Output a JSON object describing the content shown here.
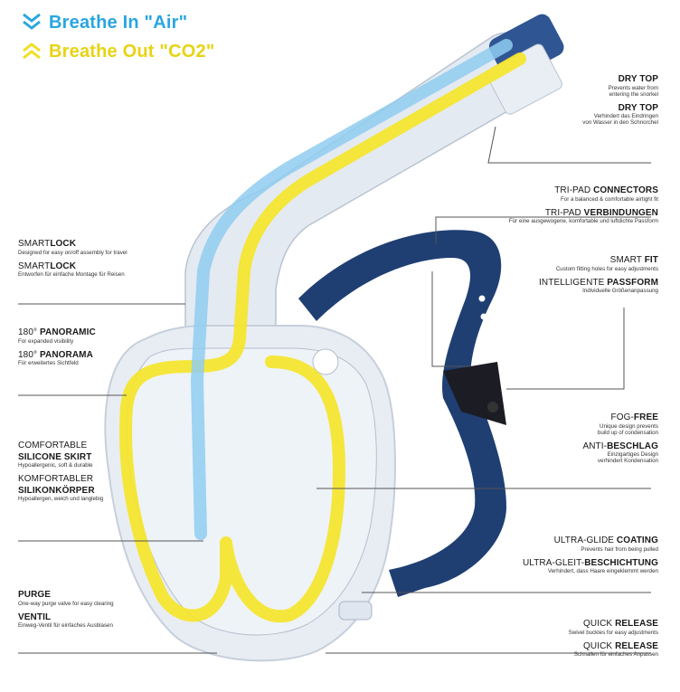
{
  "legend": {
    "in": {
      "text": "Breathe In \"Air\"",
      "color": "#2aa6e0"
    },
    "out": {
      "text": "Breathe Out \"CO2\"",
      "color": "#f2df1f"
    }
  },
  "colors": {
    "mask_frame": "#e6ecf3",
    "strap": "#1f3f73",
    "tube": "#dfe6ef",
    "label_line": "#555555"
  },
  "labels": {
    "dry_top": [
      {
        "pre": "",
        "bold": "DRY TOP",
        "sub": [
          "Prevents water from",
          "entering the snorkel"
        ]
      },
      {
        "pre": "",
        "bold": "DRY TOP",
        "sub": [
          "Verhindert das Eindringen",
          "von Wasser in den Schnorchel"
        ]
      }
    ],
    "connectors": [
      {
        "pre": "TRI-PAD ",
        "bold": "CONNECTORS",
        "sub": [
          "For a balanced & comfortable airtight fit"
        ]
      },
      {
        "pre": "TRI-PAD ",
        "bold": "VERBINDUNGEN",
        "sub": [
          "Für eine ausgewogene, komfortable und luftdichte Passform"
        ]
      }
    ],
    "smart_fit": [
      {
        "pre": "SMART ",
        "bold": "FIT",
        "sub": [
          "Custom fitting holes for easy adjustments"
        ]
      },
      {
        "pre": "INTELLIGENTE ",
        "bold": "PASSFORM",
        "sub": [
          "Individuelle Größenanpassung"
        ]
      }
    ],
    "fog_free": [
      {
        "pre": "FOG-",
        "bold": "FREE",
        "sub": [
          "Unique design prevents",
          "build up of condensation"
        ]
      },
      {
        "pre": "ANTI-",
        "bold": "BESCHLAG",
        "sub": [
          "Einzigartiges Design",
          "verhindert Kondensation"
        ]
      }
    ],
    "ultra_glide": [
      {
        "pre": "ULTRA-GLIDE ",
        "bold": "COATING",
        "sub": [
          "Prevents hair from being pulled"
        ]
      },
      {
        "pre": "ULTRA-GLEIT-",
        "bold": "BESCHICHTUNG",
        "sub": [
          "Verhindert, dass Haare eingeklemmt werden"
        ]
      }
    ],
    "quick_release": [
      {
        "pre": "QUICK ",
        "bold": "RELEASE",
        "sub": [
          "Swivel buckles for easy adjustments"
        ]
      },
      {
        "pre": "QUICK ",
        "bold": "RELEASE",
        "sub": [
          "Schnallen für einfaches Anpassen"
        ]
      }
    ],
    "smartlock": [
      {
        "pre": "SMART",
        "bold": "LOCK",
        "sub": [
          "Designed for easy on/off assembly for travel"
        ]
      },
      {
        "pre": "SMART",
        "bold": "LOCK",
        "sub": [
          "Entworfen für einfache Montage für Reisen"
        ]
      }
    ],
    "panoramic": [
      {
        "pre": "180° ",
        "bold": "PANORAMIC",
        "sub": [
          "For expanded visibility"
        ]
      },
      {
        "pre": "180° ",
        "bold": "PANORAMA",
        "sub": [
          "Für erweitertes Sichtfeld"
        ]
      }
    ],
    "skirt": [
      {
        "pre": "COMFORTABLE",
        "bold": "",
        "sub": []
      },
      {
        "pre": "",
        "bold": "SILICONE SKIRT",
        "sub": [
          "Hypoallergenic, soft & durable"
        ]
      },
      {
        "pre": "KOMFORTABLER",
        "bold": "",
        "sub": []
      },
      {
        "pre": "",
        "bold": "SILIKONKÖRPER",
        "sub": [
          "Hypoallergen, weich und langlebig"
        ]
      }
    ],
    "purge": [
      {
        "pre": "",
        "bold": "PURGE",
        "sub": [
          "One-way purge valve for easy clearing"
        ]
      },
      {
        "pre": "",
        "bold": "VENTIL",
        "sub": [
          "Einweg-Ventil für einfaches Ausblasen"
        ]
      }
    ]
  }
}
